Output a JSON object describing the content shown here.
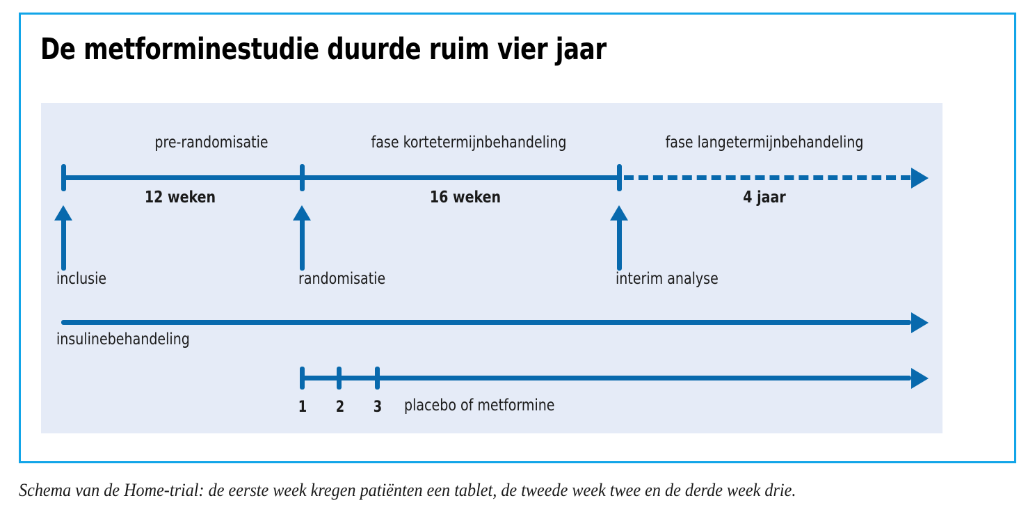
{
  "figure": {
    "title": "De metforminestudie duurde ruim vier jaar",
    "caption": "Schema van de Home-trial: de eerste week kregen patiënten een tablet, de tweede week twee en de derde week drie.",
    "colors": {
      "frame": "#12a5e8",
      "panel_background": "#e5ebf7",
      "line": "#0869ad",
      "text": "#1a1a1a"
    }
  },
  "timeline": {
    "phases": [
      {
        "label": "pre-randomisatie",
        "duration": "12 weken",
        "style": "solid"
      },
      {
        "label": "fase kortetermijnbehandeling",
        "duration": "16 weken",
        "style": "solid"
      },
      {
        "label": "fase langetermijnbehandeling",
        "duration": "4 jaar",
        "style": "dashed"
      }
    ],
    "events": [
      {
        "label": "inclusie"
      },
      {
        "label": "randomisatie"
      },
      {
        "label": "interim analyse"
      }
    ]
  },
  "tracks": [
    {
      "label": "insulinebehandeling"
    },
    {
      "label": "placebo of metformine",
      "tick_labels": [
        "1",
        "2",
        "3"
      ]
    }
  ]
}
